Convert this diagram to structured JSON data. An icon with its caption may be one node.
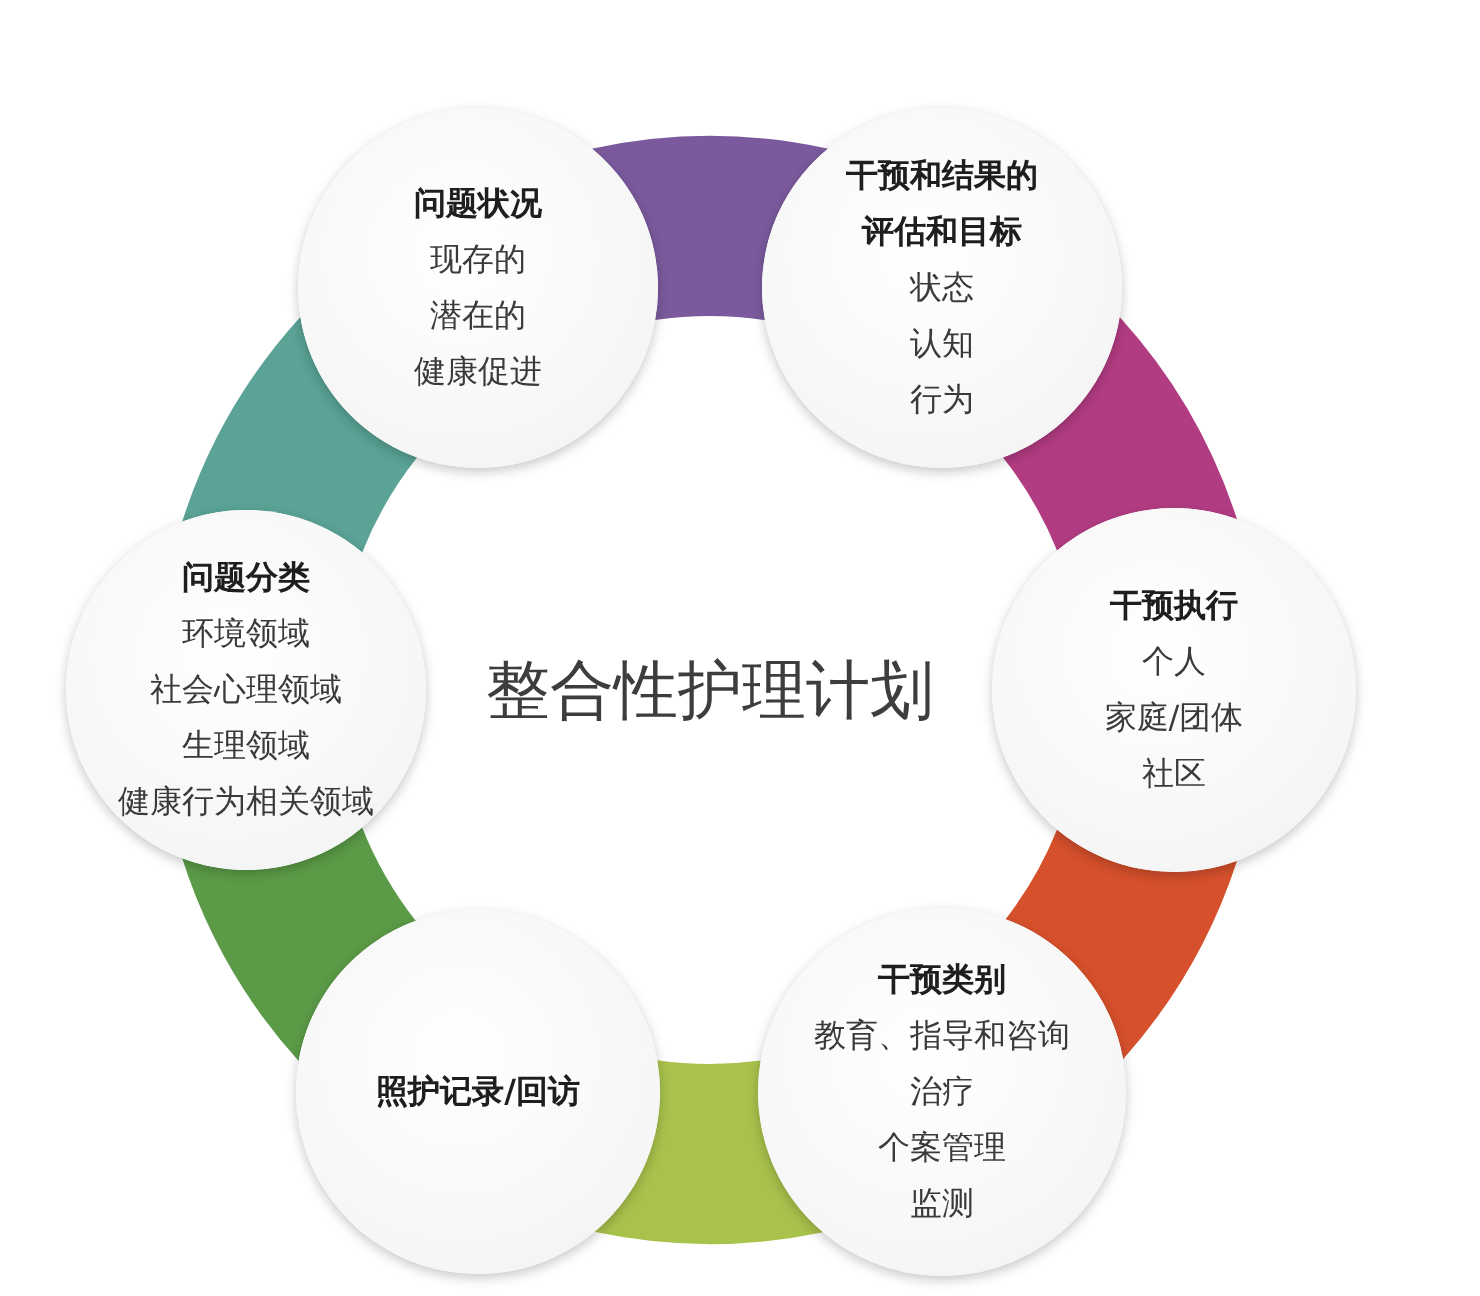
{
  "diagram": {
    "title": "整合性护理计划",
    "nodes": [
      {
        "text": [
          "问题状况",
          "现存的",
          "潜在的",
          "健康促进"
        ]
      },
      {
        "text": [
          "干预和结果的评估和目标",
          "状态",
          "认知",
          "行为"
        ]
      },
      {
        "text": [
          "干预执行",
          "个人",
          "家庭/团体",
          "社区"
        ]
      },
      {
        "text": [
          "干预类别",
          "教育、指导和咨询",
          "治疗",
          "个案管理",
          "监测"
        ]
      },
      {
        "text": [
          "照护记录/回访"
        ]
      },
      {
        "text": [
          "问题分类",
          "环境领域",
          "社会心理领域",
          "生理领域",
          "健康行为相关领域"
        ]
      }
    ],
    "edges": [
      {
        "from": 0,
        "to": 1,
        "arrow": "none",
        "color": "#7a5a9c"
      },
      {
        "from": 1,
        "to": 2,
        "arrow": "none",
        "color": "#b23c82"
      },
      {
        "from": 2,
        "to": 3,
        "arrow": "none",
        "color": "#d6502c"
      },
      {
        "from": 3,
        "to": 4,
        "arrow": "none",
        "color": "#a9c24c"
      },
      {
        "from": 4,
        "to": 5,
        "arrow": "none",
        "color": "#5b9b47"
      },
      {
        "from": 5,
        "to": 0,
        "arrow": "none",
        "color": "#5aa396"
      }
    ]
  }
}
